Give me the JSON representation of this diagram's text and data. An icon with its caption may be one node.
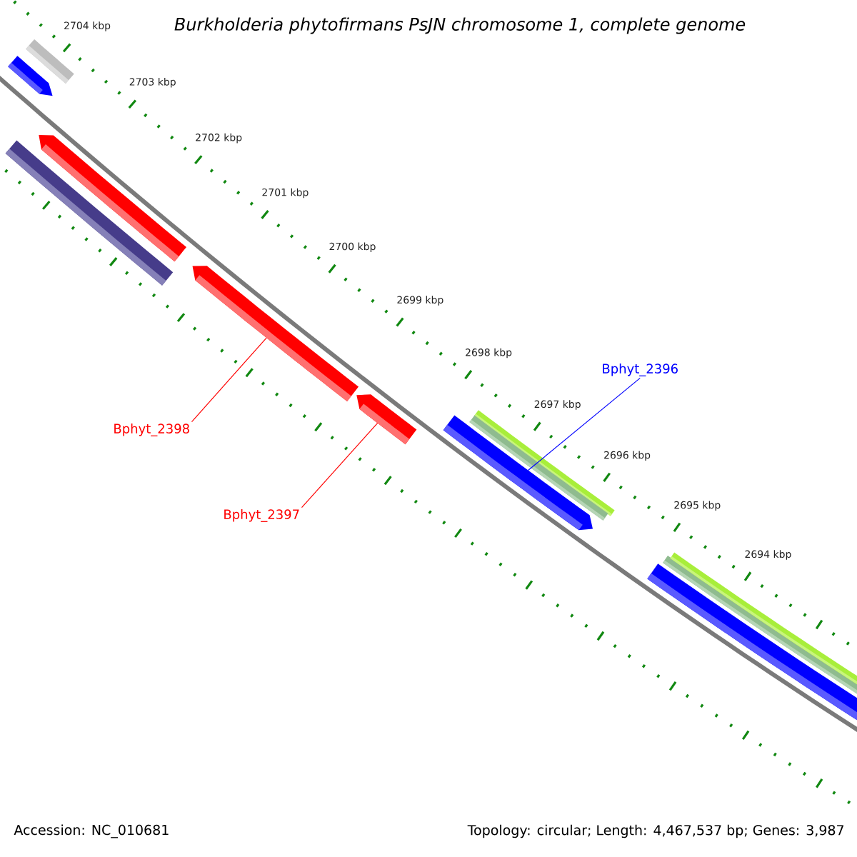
{
  "diagram": {
    "title": "Burkholderia phytofirmans PsJN chromosome 1, complete genome",
    "nodes": [
      {
        "text": [
          "Bphyt_2398"
        ]
      },
      {
        "text": [
          "Bphyt_2397"
        ]
      },
      {
        "text": [
          "Bphyt_2396"
        ]
      },
      {
        "text": [],
        "shape": "arrow"
      },
      {
        "text": [],
        "shape": "bar"
      },
      {
        "text": [],
        "shape": "bar"
      },
      {
        "text": [],
        "shape": "arrow"
      },
      {
        "text": [],
        "shape": "arrow"
      },
      {
        "text": [],
        "shape": "arrow"
      },
      {
        "text": [],
        "shape": "arrow"
      },
      {
        "text": [],
        "shape": "bar"
      },
      {
        "text": [],
        "shape": "bar"
      },
      {
        "text": [],
        "shape": "bar"
      },
      {
        "text": [],
        "shape": "bar"
      },
      {
        "text": [],
        "shape": "bar"
      }
    ],
    "edges": [
      {
        "from": 0,
        "to": 7,
        "arrow": "none"
      },
      {
        "from": 1,
        "to": 8,
        "arrow": "none"
      },
      {
        "from": 2,
        "to": 9,
        "arrow": "none",
        "color": "#0000ff"
      }
    ],
    "labels": [
      "2704 kbp",
      "2703 kbp",
      "2702 kbp",
      "2701 kbp",
      "2700 kbp",
      "2699 kbp",
      "2698 kbp",
      "2697 kbp",
      "2696 kbp",
      "2695 kbp",
      "2694 kbp",
      "Accession: NC_010681",
      "Topology: circular; Length: 4,467,537 bp; Genes: 3,987"
    ]
  }
}
